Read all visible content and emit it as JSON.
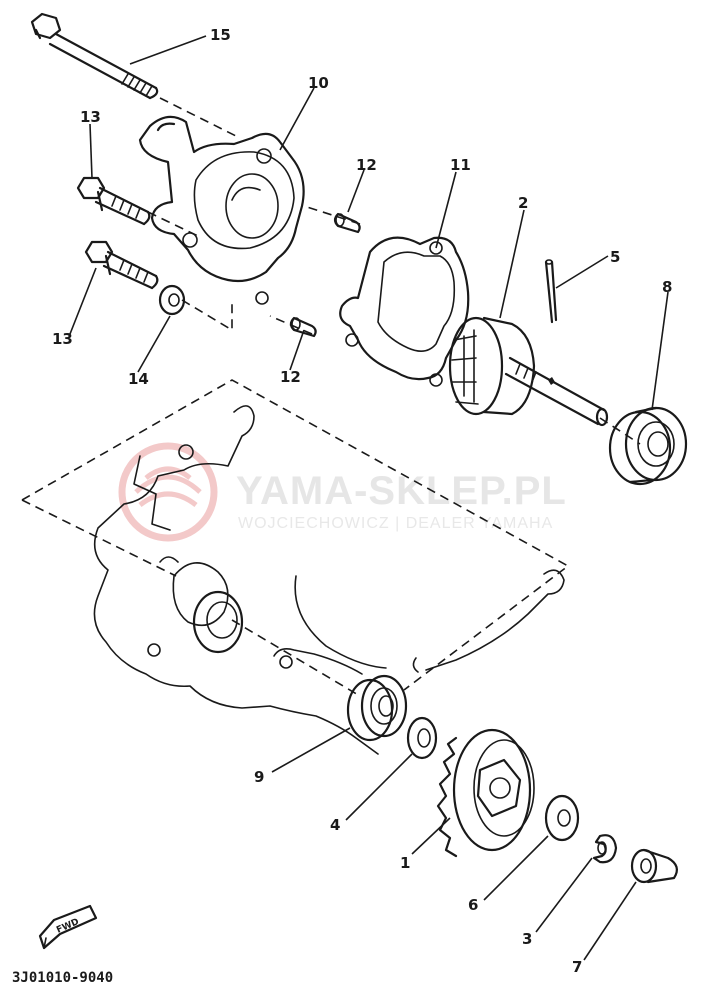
{
  "diagram": {
    "part_code": "3J01010-9040",
    "fwd_label": "FWD",
    "watermark": {
      "brand": "YAMA-SKLEP.PL",
      "tagline": "WOJCIECHOWICZ | DEALER YAMAHA"
    },
    "callouts": {
      "c15": "15",
      "c10": "10",
      "c13a": "13",
      "c13b": "13",
      "c12a": "12",
      "c12b": "12",
      "c11": "11",
      "c2": "2",
      "c5": "5",
      "c8": "8",
      "c14": "14",
      "c9": "9",
      "c4": "4",
      "c1": "1",
      "c6": "6",
      "c3": "3",
      "c7": "7"
    }
  }
}
